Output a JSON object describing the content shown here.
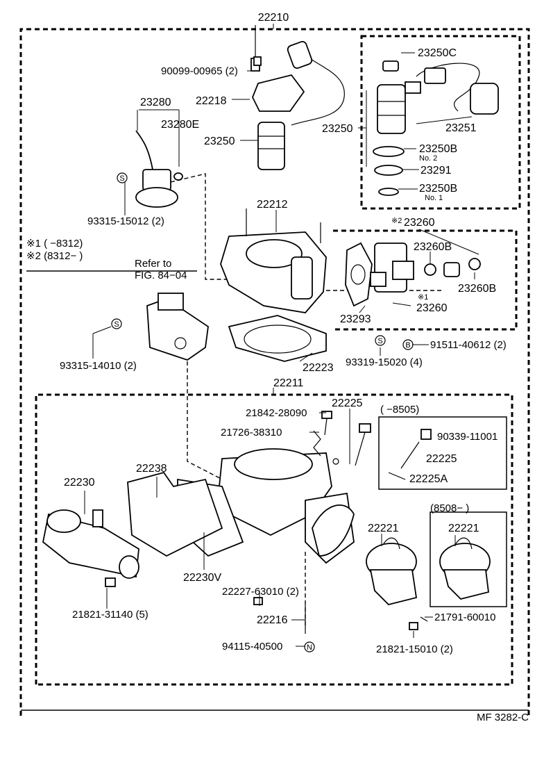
{
  "labels": {
    "assy_22210": "22210",
    "bolt_90099": "90099-00965 (2)",
    "p23280": "23280",
    "p22218": "22218",
    "p23280E": "23280E",
    "p23250_a": "23250",
    "p23250_b": "23250",
    "p23250C": "23250C",
    "p23251": "23251",
    "p23250B_no2": "23250B",
    "no2": "No. 2",
    "p23291": "23291",
    "p23250B_no1": "23250B",
    "no1": "No. 1",
    "clip_93315_15012": "93315-15012 (2)",
    "p22212": "22212",
    "note_mark2_top": "※2",
    "p23260_top": "23260",
    "note1": "※1 (      −8312)",
    "note2": "※2 (8312−          )",
    "refer_to": "Refer to",
    "fig_ref": "FIG. 84−04",
    "p23260B_a": "23260B",
    "p23260B_b": "23260B",
    "note_mark1": "※1",
    "p23260_b": "23260",
    "p23293": "23293",
    "clip_93315_14010": "93315-14010 (2)",
    "p22223": "22223",
    "clip_93319_15020": "93319-15020 (4)",
    "bolt_91511_40612": "91511-40612 (2)",
    "assy_22211": "22211",
    "p21842_28090": "21842-28090",
    "p22225_a": "22225",
    "p21726_38310": "21726-38310",
    "range_8505": "(      −8505)",
    "p90339_11001": "90339-11001",
    "p22225_b": "22225",
    "p22225A": "22225A",
    "p22238": "22238",
    "p22230": "22230",
    "range_8508": "(8508−          )",
    "p22221_a": "22221",
    "p22221_b": "22221",
    "p22230V": "22230V",
    "p22227_63010": "22227-63010 (2)",
    "p22216": "22216",
    "p21791_60010": "21791-60010",
    "p21821_31140": "21821-31140 (5)",
    "p94115_40500": "94115-40500",
    "p21821_15010": "21821-15010 (2)",
    "fig_code": "MF 3282-C"
  },
  "markers": {
    "s": "S",
    "b": "B",
    "n": "N"
  }
}
